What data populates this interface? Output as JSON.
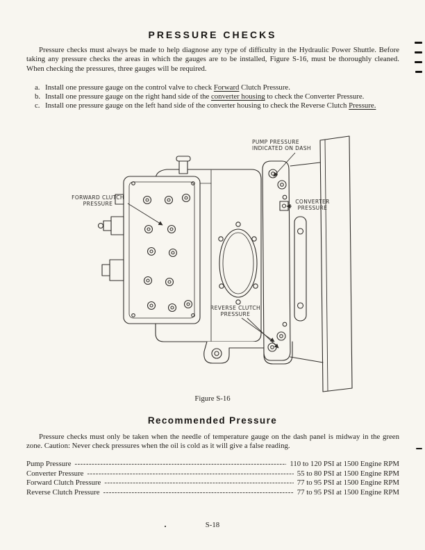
{
  "page": {
    "title": "PRESSURE CHECKS",
    "page_number": "S-18"
  },
  "intro": {
    "text": "Pressure checks must always be made to help diagnose any type of difficulty in the Hydraulic Power Shuttle. Before taking any pressure checks the areas in which the gauges are to be installed, Figure S-16, must be thoroughly cleaned. When checking the pressures, three gauges will be required."
  },
  "steps": [
    {
      "marker": "a.",
      "pre": "Install one pressure gauge on the control valve to check ",
      "underlined": "Forward",
      "post": " Clutch Pressure."
    },
    {
      "marker": "b.",
      "pre": "Install one pressure gauge on the right hand side of the ",
      "underlined": "converter housing",
      "post": " to check the Converter Pressure."
    },
    {
      "marker": "c.",
      "pre": "Install one pressure gauge on the left hand side of the converter housing to check the Reverse Clutch ",
      "underlined": "Pressure.",
      "post": ""
    }
  ],
  "figure": {
    "caption": "Figure S-16",
    "labels": {
      "pump": "PUMP PRESSURE\nINDICATED ON DASH",
      "forward": "FORWARD CLUTCH\nPRESSURE",
      "converter": "CONVERTER\nPRESSURE",
      "reverse": "REVERSE CLUTCH\nPRESSURE"
    }
  },
  "recommended": {
    "title": "Recommended Pressure",
    "text": "Pressure checks must only be taken when the needle of temperature gauge on the dash panel is midway in the green zone. Caution: Never check pressures when the oil is cold as it will give a false reading.",
    "rows": [
      {
        "label": "Pump Pressure",
        "dashes": "------------------------------------------------------------------------------------------",
        "value": "110 to 120 PSI at 1500 Engine RPM"
      },
      {
        "label": "Converter Pressure",
        "dashes": "------------------------------------------------------------------------------------------",
        "value": "55 to 80 PSI at 1500 Engine RPM"
      },
      {
        "label": "Forward Clutch Pressure",
        "dashes": "------------------------------------------------------------------------------------------",
        "value": "77 to 95 PSI at 1500 Engine RPM"
      },
      {
        "label": "Reverse Clutch Pressure",
        "dashes": "------------------------------------------------------------------------------------------",
        "value": "77 to 95 PSI at 1500 Engine RPM"
      }
    ]
  }
}
